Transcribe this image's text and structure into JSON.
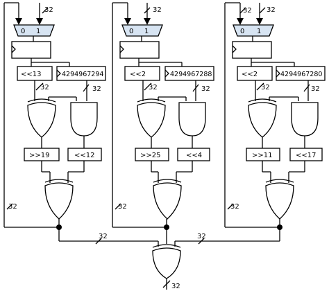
{
  "stages": [
    {
      "id": "s1",
      "bus_width": "32",
      "mux": {
        "in0": "0",
        "in1": "1"
      },
      "rot_left": "<<13",
      "constant": "4294967294",
      "shift_right": ">>19",
      "shift_left": "<<12"
    },
    {
      "id": "s2",
      "bus_width": "32",
      "mux": {
        "in0": "0",
        "in1": "1"
      },
      "rot_left": "<<2",
      "constant": "4294967288",
      "shift_right": ">>25",
      "shift_left": "<<4"
    },
    {
      "id": "s3",
      "bus_width": "32",
      "mux": {
        "in0": "0",
        "in1": "1"
      },
      "rot_left": "<<2",
      "constant": "4294967280",
      "shift_right": ">>11",
      "shift_left": "<<17"
    }
  ],
  "output_width": "32"
}
